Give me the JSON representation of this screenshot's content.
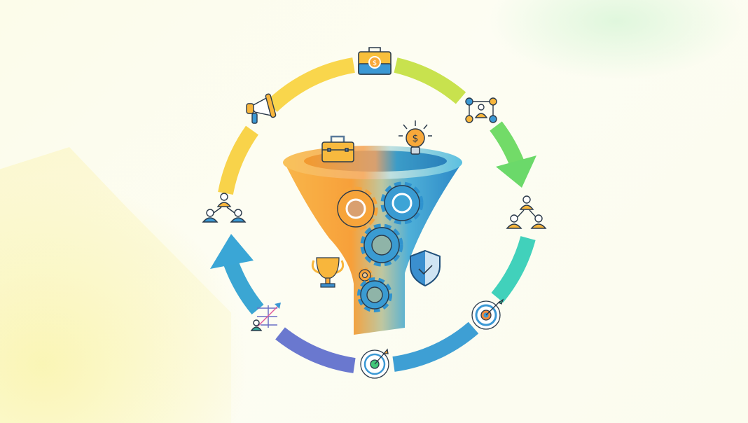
{
  "illustration": {
    "title": "",
    "description": "Circular cycle of arrows around a sales/marketing funnel with gears",
    "colors": {
      "background": "#fdfdf0",
      "ring_yellow": "#f9d34a",
      "ring_lime": "#c9e24f",
      "ring_green": "#6fdc6a",
      "ring_teal": "#3fd3b8",
      "ring_blue": "#3aa2d6",
      "ring_indigo": "#6d79d0",
      "funnel_orange": "#f7a43a",
      "funnel_blue": "#2f93cf",
      "outline": "#2b3a4a"
    },
    "ring_icons": [
      {
        "position": "top",
        "icon": "briefcase-dollar-icon"
      },
      {
        "position": "top-right",
        "icon": "network-people-icon"
      },
      {
        "position": "right",
        "icon": "team-hierarchy-icon"
      },
      {
        "position": "bottom-right",
        "icon": "target-arrow-icon"
      },
      {
        "position": "bottom",
        "icon": "bullseye-icon"
      },
      {
        "position": "bottom-left",
        "icon": "growth-chart-person-icon"
      },
      {
        "position": "left",
        "icon": "org-chart-icon"
      },
      {
        "position": "top-left",
        "icon": "megaphone-icon"
      }
    ],
    "funnel_icons": [
      "briefcase-icon",
      "lightbulb-dollar-icon",
      "gear-icon",
      "trophy-icon",
      "shield-check-icon"
    ]
  }
}
